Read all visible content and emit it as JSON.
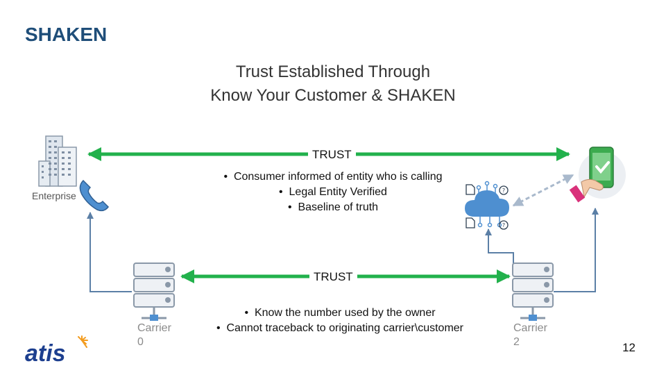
{
  "title": "SHAKEN",
  "subtitle": {
    "line1": "Trust Established Through",
    "line2": "Know Your Customer & SHAKEN"
  },
  "top": {
    "trust_label": "TRUST",
    "bullets": [
      "Consumer informed of entity who is calling",
      "Legal Entity Verified",
      "Baseline of truth"
    ]
  },
  "enterprise_label": "Enterprise",
  "bottom": {
    "trust_label": "TRUST",
    "bullets": [
      "Know the number used by the owner",
      "Cannot traceback to originating carrier\\customer"
    ]
  },
  "carriers": {
    "left": {
      "line1": "Carrier",
      "line2": "0"
    },
    "right": {
      "line1": "Carrier",
      "line2": "2"
    }
  },
  "logo_text": "atis",
  "page_number": "12",
  "colors": {
    "title": "#1f4e79",
    "arrow_green": "#22b14c",
    "connector_blue": "#5b7fa6",
    "server_gray": "#8a98a8",
    "icon_blue": "#4e8fd0",
    "phone_green": "#3cab4f",
    "logo_blue": "#1d3f8f",
    "logo_orange": "#f39c1f"
  }
}
